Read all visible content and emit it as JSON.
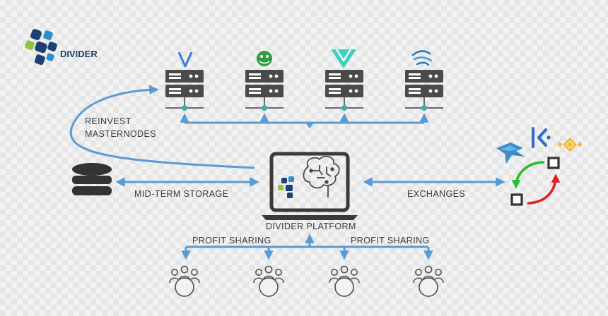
{
  "brand": {
    "name": "DIVIDER"
  },
  "labels": {
    "reinvest_line1": "REINVEST",
    "reinvest_line2": "MASTERNODES",
    "storage": "MID-TERM STORAGE",
    "exchanges": "EXCHANGES",
    "platform": "DIVIDER PLATFORM",
    "profit_left": "PROFIT SHARING",
    "profit_right": "PROFIT SHARING"
  },
  "masternodes": [
    {
      "icon": "vcoin-logo-icon"
    },
    {
      "icon": "frog-coin-logo-icon"
    },
    {
      "icon": "v-diamond-logo-icon"
    },
    {
      "icon": "swirl-coin-logo-icon"
    }
  ],
  "exchanges": [
    {
      "icon": "bird-exchange-logo-icon"
    },
    {
      "icon": "kucoin-logo-icon"
    },
    {
      "icon": "binance-logo-icon"
    }
  ],
  "colors": {
    "arrow_blue": "#5b9bd5",
    "server_dark": "#4a4a4a",
    "green_arrow": "#22c02a",
    "red_arrow": "#e02020",
    "node_teal": "#38b2a2"
  }
}
